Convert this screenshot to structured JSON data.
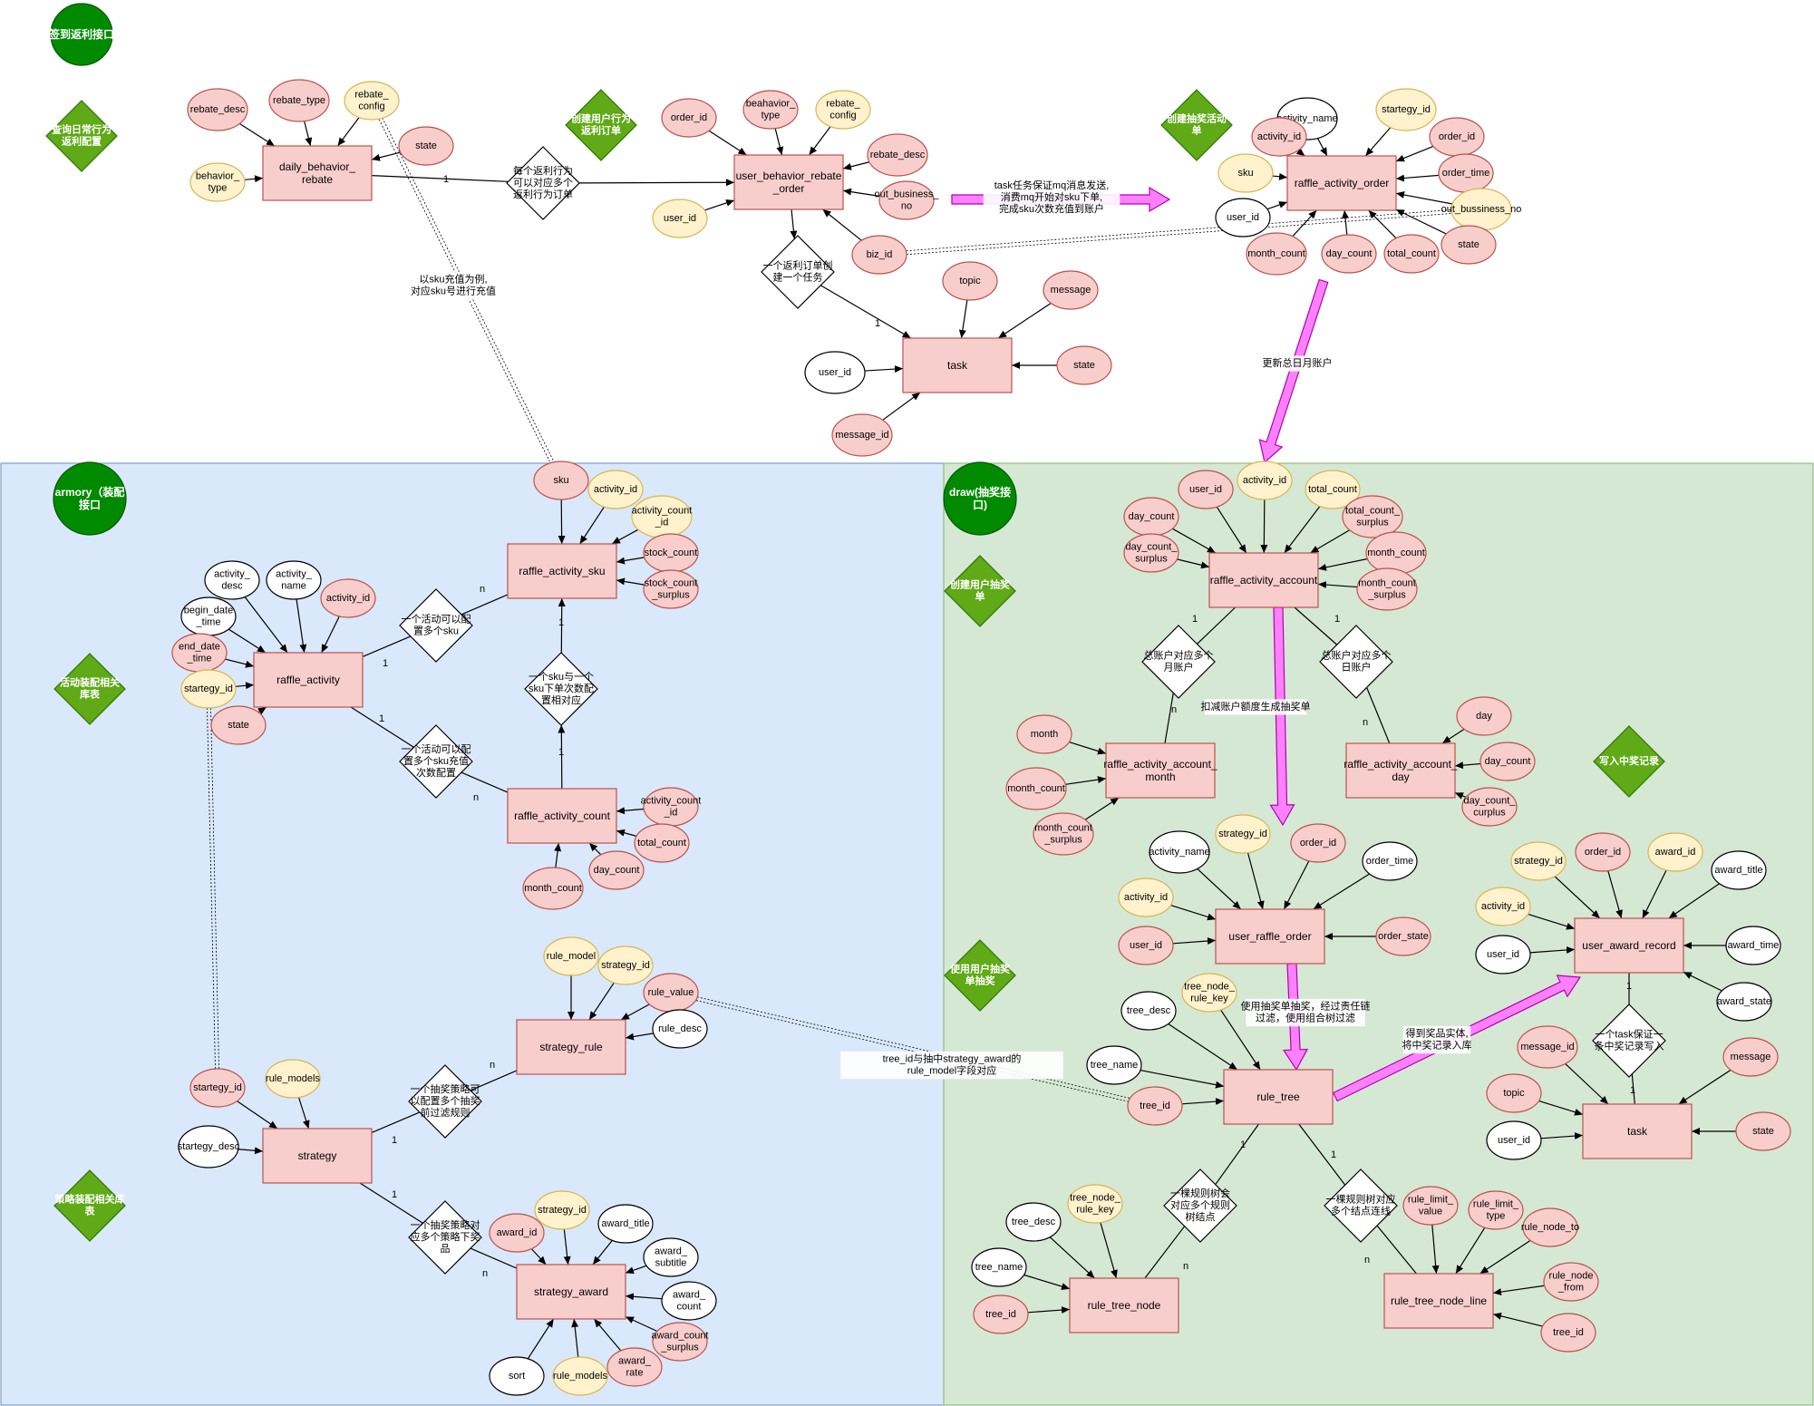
{
  "colors": {
    "entity_fill": "#f8cecc",
    "entity_stroke": "#b85450",
    "attr_pink_fill": "#f8cecc",
    "attr_pink_stroke": "#b85450",
    "attr_yellow_fill": "#fff2cc",
    "attr_yellow_stroke": "#d6b656",
    "attr_white_fill": "#ffffff",
    "attr_white_stroke": "#000000",
    "relation_fill": "#ffffff",
    "api_fill": "#008a00",
    "api_stroke": "#005700",
    "note_fill": "#60a917",
    "note_stroke": "#2d7600",
    "arrow_fill": "#ff80ff",
    "arrow_stroke": "#b000b0",
    "zone_blue_fill": "#dae8fc",
    "zone_blue_stroke": "#6c8ebf",
    "zone_green_fill": "#d5e8d4",
    "zone_green_stroke": "#82b366"
  },
  "apis": [
    {
      "id": "api_rebate",
      "text": "签到返利接口"
    },
    {
      "id": "api_armory",
      "text": "armory（装配\n接口"
    },
    {
      "id": "api_draw",
      "text": "draw(抽奖接\n口)"
    }
  ],
  "notes": [
    {
      "id": "n_query",
      "text": "查询日常行为\n返利配置"
    },
    {
      "id": "n_create_rebate",
      "text": "创建用户行为\n返利订单"
    },
    {
      "id": "n_create_order",
      "text": "创建抽奖活动\n单"
    },
    {
      "id": "n_activity_lib",
      "text": "活动装配相关\n库表"
    },
    {
      "id": "n_strategy_lib",
      "text": "策略装配相关库\n表"
    },
    {
      "id": "n_create_user_order",
      "text": "创建用户抽奖\n单"
    },
    {
      "id": "n_use_order",
      "text": "使用用户抽奖\n单抽奖"
    },
    {
      "id": "n_write_award",
      "text": "写入中奖记录"
    }
  ],
  "entities": [
    {
      "id": "daily_behavior_rebate",
      "text": "daily_behavior_\nrebate"
    },
    {
      "id": "user_behavior_rebate_order",
      "text": "user_behavior_rebate\n_order"
    },
    {
      "id": "task1",
      "text": "task"
    },
    {
      "id": "raffle_activity_order",
      "text": "raffle_activity_order"
    },
    {
      "id": "raffle_activity_sku",
      "text": "raffle_activity_sku"
    },
    {
      "id": "raffle_activity",
      "text": "raffle_activity"
    },
    {
      "id": "raffle_activity_count",
      "text": "raffle_activity_count"
    },
    {
      "id": "strategy_rule",
      "text": "strategy_rule"
    },
    {
      "id": "strategy",
      "text": "strategy"
    },
    {
      "id": "strategy_award",
      "text": "strategy_award"
    },
    {
      "id": "raffle_activity_account",
      "text": "raffle_activity_account"
    },
    {
      "id": "raffle_activity_account_month",
      "text": "raffle_activity_account_\nmonth"
    },
    {
      "id": "raffle_activity_account_day",
      "text": "raffle_activity_account_\nday"
    },
    {
      "id": "user_raffle_order",
      "text": "user_raffle_order"
    },
    {
      "id": "user_award_record",
      "text": "user_award_record"
    },
    {
      "id": "rule_tree",
      "text": "rule_tree"
    },
    {
      "id": "task2",
      "text": "task"
    },
    {
      "id": "rule_tree_node",
      "text": "rule_tree_node"
    },
    {
      "id": "rule_tree_node_line",
      "text": "rule_tree_node_line"
    }
  ],
  "attributes": [
    {
      "id": "a1",
      "text": "rebate_desc",
      "color": "pink"
    },
    {
      "id": "a2",
      "text": "rebate_type",
      "color": "pink"
    },
    {
      "id": "a3",
      "text": "rebate_\nconfig",
      "color": "yellow"
    },
    {
      "id": "a4",
      "text": "state",
      "color": "pink"
    },
    {
      "id": "a5",
      "text": "behavior_\ntype",
      "color": "yellow"
    },
    {
      "id": "a6",
      "text": "order_id",
      "color": "pink"
    },
    {
      "id": "a7",
      "text": "beahavior_\ntype",
      "color": "pink"
    },
    {
      "id": "a8",
      "text": "rebate_\nconfig",
      "color": "yellow"
    },
    {
      "id": "a9",
      "text": "rebate_desc",
      "color": "pink"
    },
    {
      "id": "a10",
      "text": "out_business_\nno",
      "color": "pink"
    },
    {
      "id": "a11",
      "text": "user_id",
      "color": "yellow"
    },
    {
      "id": "a12",
      "text": "biz_id",
      "color": "pink"
    },
    {
      "id": "a13",
      "text": "topic",
      "color": "pink"
    },
    {
      "id": "a14",
      "text": "message",
      "color": "pink"
    },
    {
      "id": "a15",
      "text": "user_id",
      "color": "white"
    },
    {
      "id": "a16",
      "text": "state",
      "color": "pink"
    },
    {
      "id": "a17",
      "text": "message_id",
      "color": "pink"
    },
    {
      "id": "a18",
      "text": "activity_name",
      "color": "white"
    },
    {
      "id": "a19",
      "text": "startegy_id",
      "color": "yellow"
    },
    {
      "id": "a20",
      "text": "activity_id",
      "color": "pink"
    },
    {
      "id": "a21",
      "text": "order_id",
      "color": "pink"
    },
    {
      "id": "a22",
      "text": "sku",
      "color": "yellow"
    },
    {
      "id": "a23",
      "text": "order_time",
      "color": "pink"
    },
    {
      "id": "a24",
      "text": "user_id",
      "color": "white"
    },
    {
      "id": "a25",
      "text": "out_bussiness_no",
      "color": "yellow"
    },
    {
      "id": "a26",
      "text": "month_count",
      "color": "pink"
    },
    {
      "id": "a27",
      "text": "day_count",
      "color": "pink"
    },
    {
      "id": "a28",
      "text": "total_count",
      "color": "pink"
    },
    {
      "id": "a29",
      "text": "state",
      "color": "pink"
    },
    {
      "id": "a30",
      "text": "sku",
      "color": "pink"
    },
    {
      "id": "a31",
      "text": "activity_id",
      "color": "yellow"
    },
    {
      "id": "a32",
      "text": "activity_count\n_id",
      "color": "yellow"
    },
    {
      "id": "a33",
      "text": "stock_count",
      "color": "pink"
    },
    {
      "id": "a34",
      "text": "stock_count\n_surplus",
      "color": "pink"
    },
    {
      "id": "a35",
      "text": "activity_\ndesc",
      "color": "white"
    },
    {
      "id": "a36",
      "text": "activity_\nname",
      "color": "white"
    },
    {
      "id": "a37",
      "text": "activity_id",
      "color": "pink"
    },
    {
      "id": "a38",
      "text": "begin_date\n_time",
      "color": "white"
    },
    {
      "id": "a39",
      "text": "end_date\n_time",
      "color": "pink"
    },
    {
      "id": "a40",
      "text": "startegy_id",
      "color": "yellow"
    },
    {
      "id": "a41",
      "text": "state",
      "color": "pink"
    },
    {
      "id": "a42",
      "text": "activity_count\n_id",
      "color": "pink"
    },
    {
      "id": "a43",
      "text": "total_count",
      "color": "pink"
    },
    {
      "id": "a44",
      "text": "day_count",
      "color": "pink"
    },
    {
      "id": "a45",
      "text": "month_count",
      "color": "pink"
    },
    {
      "id": "a46",
      "text": "rule_model",
      "color": "yellow"
    },
    {
      "id": "a47",
      "text": "strategy_id",
      "color": "yellow"
    },
    {
      "id": "a48",
      "text": "rule_value",
      "color": "pink"
    },
    {
      "id": "a49",
      "text": "rule_desc",
      "color": "white"
    },
    {
      "id": "a50",
      "text": "startegy_id",
      "color": "pink"
    },
    {
      "id": "a51",
      "text": "rule_models",
      "color": "yellow"
    },
    {
      "id": "a52",
      "text": "startegy_desc",
      "color": "white"
    },
    {
      "id": "a53",
      "text": "award_id",
      "color": "pink"
    },
    {
      "id": "a54",
      "text": "strategy_id",
      "color": "yellow"
    },
    {
      "id": "a55",
      "text": "award_title",
      "color": "white"
    },
    {
      "id": "a56",
      "text": "award_\nsubtitle",
      "color": "white"
    },
    {
      "id": "a57",
      "text": "award_\ncount",
      "color": "white"
    },
    {
      "id": "a58",
      "text": "award_count\n_surplus",
      "color": "pink"
    },
    {
      "id": "a59",
      "text": "award_\nrate",
      "color": "pink"
    },
    {
      "id": "a60",
      "text": "rule_models",
      "color": "yellow"
    },
    {
      "id": "a61",
      "text": "sort",
      "color": "white"
    },
    {
      "id": "a62",
      "text": "user_id",
      "color": "pink"
    },
    {
      "id": "a63",
      "text": "activity_id",
      "color": "yellow"
    },
    {
      "id": "a64",
      "text": "total_count",
      "color": "yellow"
    },
    {
      "id": "a65",
      "text": "day_count",
      "color": "pink"
    },
    {
      "id": "a66",
      "text": "total_count_\nsurplus",
      "color": "pink"
    },
    {
      "id": "a67",
      "text": "day_count_\nsurplus",
      "color": "pink"
    },
    {
      "id": "a68",
      "text": "month_count",
      "color": "pink"
    },
    {
      "id": "a69",
      "text": "month_count\n_surplus",
      "color": "pink"
    },
    {
      "id": "a70",
      "text": "month",
      "color": "pink"
    },
    {
      "id": "a71",
      "text": "month_count",
      "color": "pink"
    },
    {
      "id": "a72",
      "text": "month_count\n_surplus",
      "color": "pink"
    },
    {
      "id": "a73",
      "text": "day",
      "color": "pink"
    },
    {
      "id": "a74",
      "text": "day_count",
      "color": "pink"
    },
    {
      "id": "a75",
      "text": "day_count_\ncurplus",
      "color": "pink"
    },
    {
      "id": "a76",
      "text": "activity_name",
      "color": "white"
    },
    {
      "id": "a77",
      "text": "strategy_id",
      "color": "yellow"
    },
    {
      "id": "a78",
      "text": "order_id",
      "color": "pink"
    },
    {
      "id": "a79",
      "text": "order_time",
      "color": "white"
    },
    {
      "id": "a80",
      "text": "activity_id",
      "color": "yellow"
    },
    {
      "id": "a81",
      "text": "user_id",
      "color": "pink"
    },
    {
      "id": "a82",
      "text": "order_state",
      "color": "pink"
    },
    {
      "id": "a83",
      "text": "strategy_id",
      "color": "yellow"
    },
    {
      "id": "a84",
      "text": "order_id",
      "color": "pink"
    },
    {
      "id": "a85",
      "text": "award_id",
      "color": "yellow"
    },
    {
      "id": "a86",
      "text": "award_title",
      "color": "white"
    },
    {
      "id": "a87",
      "text": "activity_id",
      "color": "yellow"
    },
    {
      "id": "a88",
      "text": "user_id",
      "color": "white"
    },
    {
      "id": "a89",
      "text": "award_time",
      "color": "white"
    },
    {
      "id": "a90",
      "text": "award_state",
      "color": "white"
    },
    {
      "id": "a91",
      "text": "tree_desc",
      "color": "white"
    },
    {
      "id": "a92",
      "text": "tree_node_\nrule_key",
      "color": "yellow"
    },
    {
      "id": "a93",
      "text": "tree_name",
      "color": "white"
    },
    {
      "id": "a94",
      "text": "tree_id",
      "color": "pink"
    },
    {
      "id": "a95",
      "text": "message_id",
      "color": "pink"
    },
    {
      "id": "a96",
      "text": "message",
      "color": "pink"
    },
    {
      "id": "a97",
      "text": "topic",
      "color": "pink"
    },
    {
      "id": "a98",
      "text": "user_id",
      "color": "white"
    },
    {
      "id": "a99",
      "text": "state",
      "color": "pink"
    },
    {
      "id": "a100",
      "text": "tree_desc",
      "color": "white"
    },
    {
      "id": "a101",
      "text": "tree_node_\nrule_key",
      "color": "yellow"
    },
    {
      "id": "a102",
      "text": "tree_name",
      "color": "white"
    },
    {
      "id": "a103",
      "text": "tree_id",
      "color": "pink"
    },
    {
      "id": "a104",
      "text": "rule_limit_\nvalue",
      "color": "pink"
    },
    {
      "id": "a105",
      "text": "rule_limit_\ntype",
      "color": "pink"
    },
    {
      "id": "a106",
      "text": "rule_node_to",
      "color": "pink"
    },
    {
      "id": "a107",
      "text": "rule_node\n_from",
      "color": "pink"
    },
    {
      "id": "a108",
      "text": "tree_id",
      "color": "pink"
    }
  ],
  "relations": [
    {
      "id": "r1",
      "text": "每个返利行为\n可以对应多个\n返利行为订单"
    },
    {
      "id": "r2",
      "text": "一个返利订单创\n建一个任务"
    },
    {
      "id": "r3",
      "text": "一个活动可以配\n置多个sku"
    },
    {
      "id": "r4",
      "text": "一个活动可以配\n置多个sku充值\n次数配置"
    },
    {
      "id": "r5",
      "text": "一个sku与一个\nsku下单次数配\n置相对应"
    },
    {
      "id": "r6",
      "text": "一个抽奖策略可\n以配置多个抽奖\n前过滤规则"
    },
    {
      "id": "r7",
      "text": "一个抽奖策略对\n应多个策略下奖\n品"
    },
    {
      "id": "r8",
      "text": "总账户对应多个\n月账户"
    },
    {
      "id": "r9",
      "text": "总账户对应多个\n日账户"
    },
    {
      "id": "r10",
      "text": "一个task保证一\n条中奖记录写入"
    },
    {
      "id": "r11",
      "text": "一棵规则树会\n对应多个规则\n树结点"
    },
    {
      "id": "r12",
      "text": "一棵规则树对应\n多个结点连线"
    }
  ],
  "labels": [
    {
      "id": "l1",
      "text": "task任务保证mq消息发送,\n消费mq开始对sku下单,\n完成sku次数充值到账户"
    },
    {
      "id": "l2",
      "text": "以sku充值为例,\n对应sku号进行充值"
    },
    {
      "id": "l3",
      "text": "更新总日月账户"
    },
    {
      "id": "l4",
      "text": "扣减账户额度生成抽奖单"
    },
    {
      "id": "l5",
      "text": "使用抽奖单抽奖，经过责任链\n过滤，使用组合树过滤"
    },
    {
      "id": "l6",
      "text": "得到奖品实体,\n将中奖记录入库"
    },
    {
      "id": "l7",
      "text": "tree_id与抽中strategy_award的\nrule_model字段对应"
    }
  ],
  "cardinalities": [
    {
      "id": "c1",
      "text": "1"
    },
    {
      "id": "c2",
      "text": "1"
    },
    {
      "id": "c3",
      "text": "n"
    },
    {
      "id": "c4",
      "text": "1"
    },
    {
      "id": "c5",
      "text": "1"
    },
    {
      "id": "c6",
      "text": "n"
    },
    {
      "id": "c7",
      "text": "1"
    },
    {
      "id": "c8",
      "text": "1"
    },
    {
      "id": "c9",
      "text": "n"
    },
    {
      "id": "c10",
      "text": "1"
    },
    {
      "id": "c11",
      "text": "1"
    },
    {
      "id": "c12",
      "text": "n"
    },
    {
      "id": "c13",
      "text": "1"
    },
    {
      "id": "c14",
      "text": "n"
    },
    {
      "id": "c15",
      "text": "1"
    },
    {
      "id": "c16",
      "text": "n"
    },
    {
      "id": "c17",
      "text": "1"
    },
    {
      "id": "c18",
      "text": "1"
    },
    {
      "id": "c19",
      "text": "1"
    },
    {
      "id": "c20",
      "text": "n"
    },
    {
      "id": "c21",
      "text": "1"
    },
    {
      "id": "c22",
      "text": "n"
    }
  ]
}
